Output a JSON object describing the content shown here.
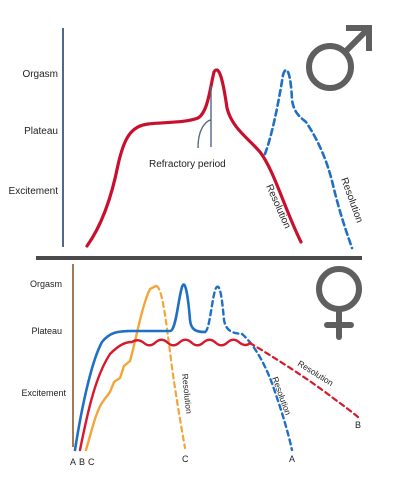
{
  "colors": {
    "male_curve": "#c8102e",
    "male_dashed": "#1f6fc5",
    "divider": "#4a4a4a",
    "male_axis": "#4e6a87",
    "female_axis": "#8a5a2b",
    "curve_a": "#1f6fc5",
    "curve_b": "#d7192c",
    "curve_c": "#f3a53a",
    "symbol": "#5f5f5f"
  },
  "male": {
    "symbol_icon": "male-symbol-icon",
    "levels": {
      "orgasm": "Orgasm",
      "plateau": "Plateau",
      "excitement": "Excitement"
    },
    "refractory_label": "Refractory period",
    "resolution_label_1": "Resolution",
    "resolution_label_2": "Resolution"
  },
  "female": {
    "symbol_icon": "female-symbol-icon",
    "levels": {
      "orgasm": "Orgasm",
      "plateau": "Plateau",
      "excitement": "Excitement"
    },
    "start_labels": {
      "a": "A",
      "b": "B",
      "c": "C"
    },
    "end_labels": {
      "c": "C",
      "a": "A",
      "b": "B"
    },
    "resolution_labels": {
      "c": "Resolution",
      "a": "Resolution",
      "b": "Resolution"
    }
  }
}
